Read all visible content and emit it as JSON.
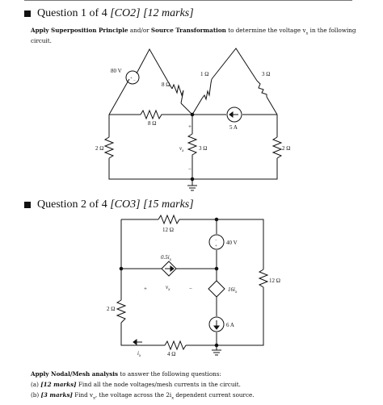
{
  "q1": {
    "label": "Question 1 of 4",
    "tag": "[CO2] [12 marks]",
    "instr_bold1": "Apply Superposition Principle",
    "instr_mid": "and/or",
    "instr_bold2": "Source Transformation",
    "instr_tail": "to determine the voltage v",
    "instr_sub": "x",
    "instr_end": "in the following",
    "instr_line2": "circuit.",
    "labels": {
      "v80": "80 V",
      "r8a": "8 Ω",
      "r1": "1 Ω",
      "r3a": "3 Ω",
      "r8b": "8 Ω",
      "i5": "5 A",
      "r2a": "2 Ω",
      "vx": "v",
      "vx_sub": "x",
      "r3b": "3 Ω",
      "r2b": "2 Ω",
      "plus": "+",
      "minus": "−",
      "plus_src": "+",
      "minus_src": "−"
    }
  },
  "q2": {
    "label": "Question 2 of 4",
    "tag": "[CO3] [15 marks]",
    "labels": {
      "r12a": "12 Ω",
      "v40": "40 V",
      "dep_i": "0.5i",
      "dep_i_sub": "x",
      "r12b": "12 Ω",
      "plus": "+",
      "vx": "v",
      "vx_sub": "x",
      "minus": "−",
      "dep_v": "16i",
      "dep_v_sub": "x",
      "r2": "2 Ω",
      "i6": "6 A",
      "ix": "i",
      "ix_sub": "x",
      "r4": "4 Ω",
      "src_plus": "+",
      "src_minus": "−"
    },
    "instr_bold": "Apply Nodal/Mesh analysis",
    "instr_tail": "to answer the following questions:",
    "a_label": "(a)",
    "a_marks": "[12 marks]",
    "a_text": "Find all the node voltages/mesh currents in the circuit.",
    "b_label": "(b)",
    "b_marks": "[3 marks]",
    "b_text1": "Find v",
    "b_sub": "x",
    "b_text2": ", the voltage across the 2i",
    "b_sub2": "x",
    "b_text3": "dependent current source."
  }
}
